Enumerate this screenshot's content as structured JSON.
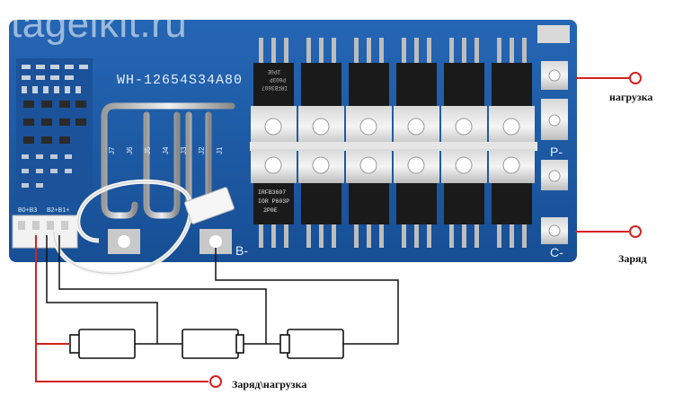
{
  "watermark": "tagelkit.ru",
  "board": {
    "model": "WH-12654S34A80",
    "pads": {
      "p_minus": "P-",
      "c_minus": "C-",
      "b_minus": "B-"
    },
    "connector_pins": "B0 B3 B2 B1",
    "connector_pins_left": "B0+B3",
    "connector_pins_right": "B2+B1+",
    "resistor_labels": [
      "J7",
      "J6",
      "J5",
      "J4",
      "J3",
      "J2",
      "J1"
    ],
    "mosfet_top_marking": [
      "IRFB3607",
      "P603P",
      "2P0E"
    ],
    "mosfet_bottom_marking": [
      "IRFB3607",
      "IOR P603P",
      "2P0E"
    ]
  },
  "labels": {
    "load": "нагрузка",
    "charge": "Заряд",
    "charge_load": "Заряд\\нагрузка"
  },
  "colors": {
    "board": "#1e5aa8",
    "wire_red": "#d42020",
    "wire_black": "#111111"
  }
}
